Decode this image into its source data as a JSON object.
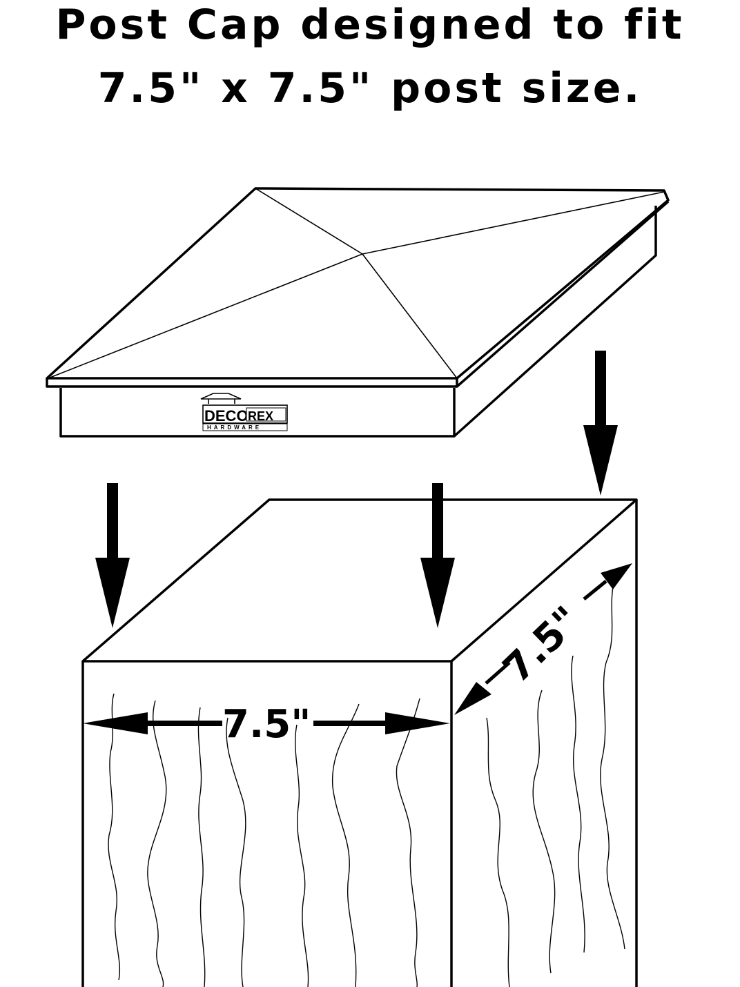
{
  "title": {
    "line1": "Post Cap designed to fit",
    "line2": "7.5\" x 7.5\" post size."
  },
  "logo": {
    "brand_a": "DECO",
    "brand_b": "REX",
    "tagline": "HARDWARE"
  },
  "dimensions": {
    "width_label": "7.5\"",
    "depth_label": "7.5\""
  }
}
